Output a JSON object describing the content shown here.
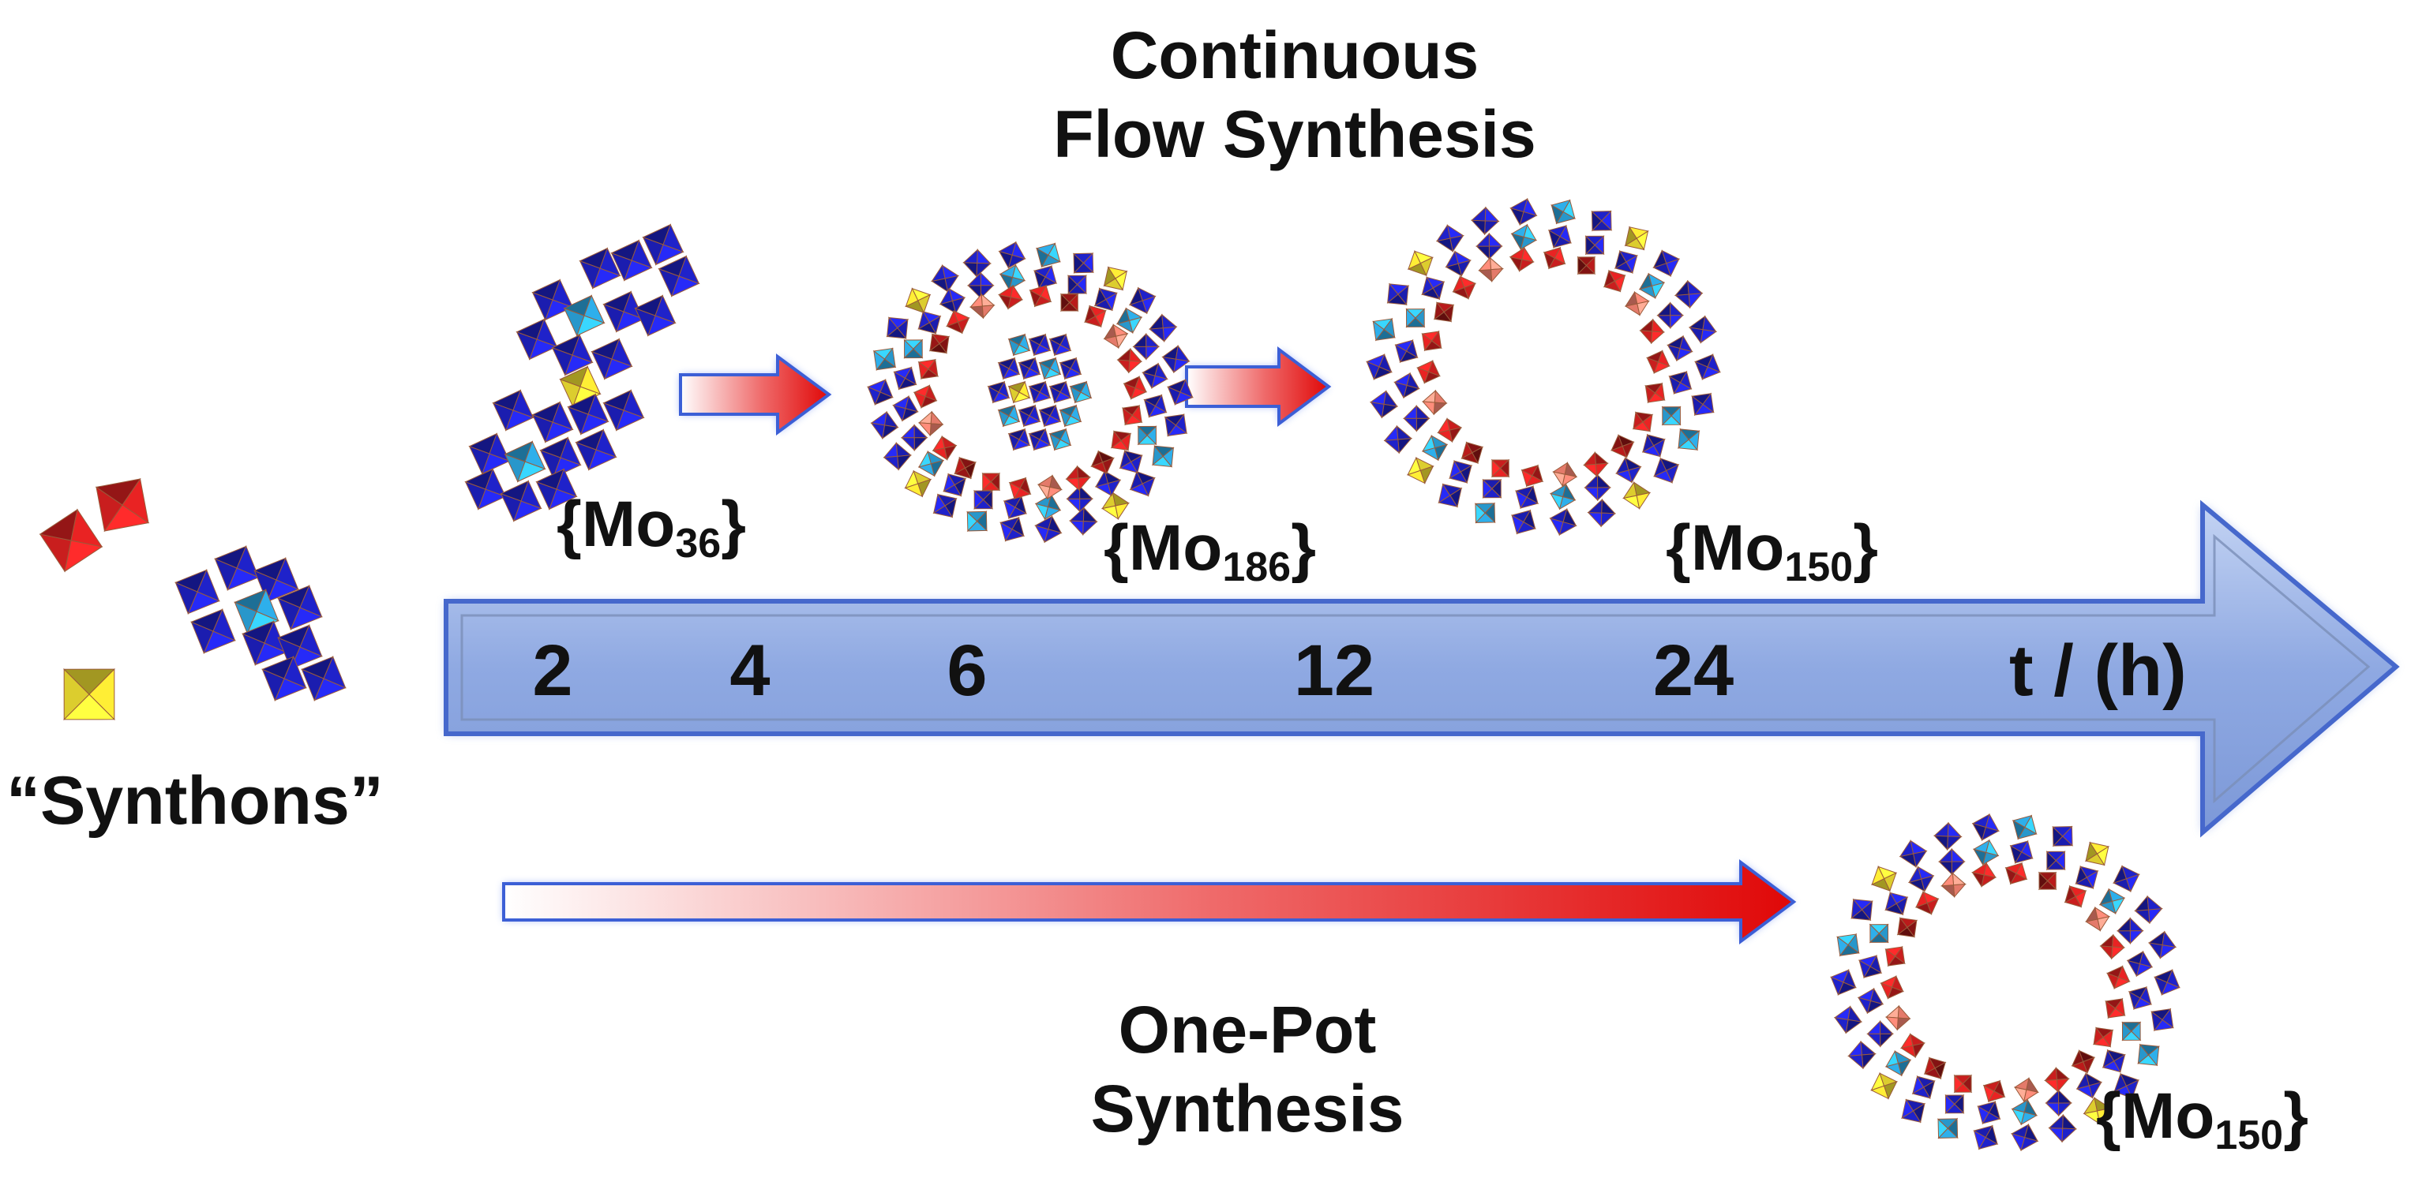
{
  "titles": {
    "flow_line1": "Continuous",
    "flow_line2": "Flow Synthesis",
    "onepot_line1": "One-Pot",
    "onepot_line2": "Synthesis",
    "synthons": "“Synthons”"
  },
  "species": [
    {
      "base": "{Mo",
      "sub": "36",
      "close": "}"
    },
    {
      "base": "{Mo",
      "sub": "186",
      "close": "}"
    },
    {
      "base": "{Mo",
      "sub": "150",
      "close": "}"
    },
    {
      "base": "{Mo",
      "sub": "150",
      "close": "}"
    }
  ],
  "timeline": {
    "ticks": [
      "2",
      "4",
      "6",
      "12",
      "24"
    ],
    "unit": "t / (h)"
  },
  "colors": {
    "arrow_fill": "#9ab3e6",
    "arrow_edge": "#4a6cc8",
    "red_arrow": "#e01010",
    "polyhedron_blue": "#1c1fb8",
    "polyhedron_cyan": "#2a9fd6",
    "polyhedron_yellow": "#e8d830",
    "polyhedron_red": "#d42020"
  }
}
